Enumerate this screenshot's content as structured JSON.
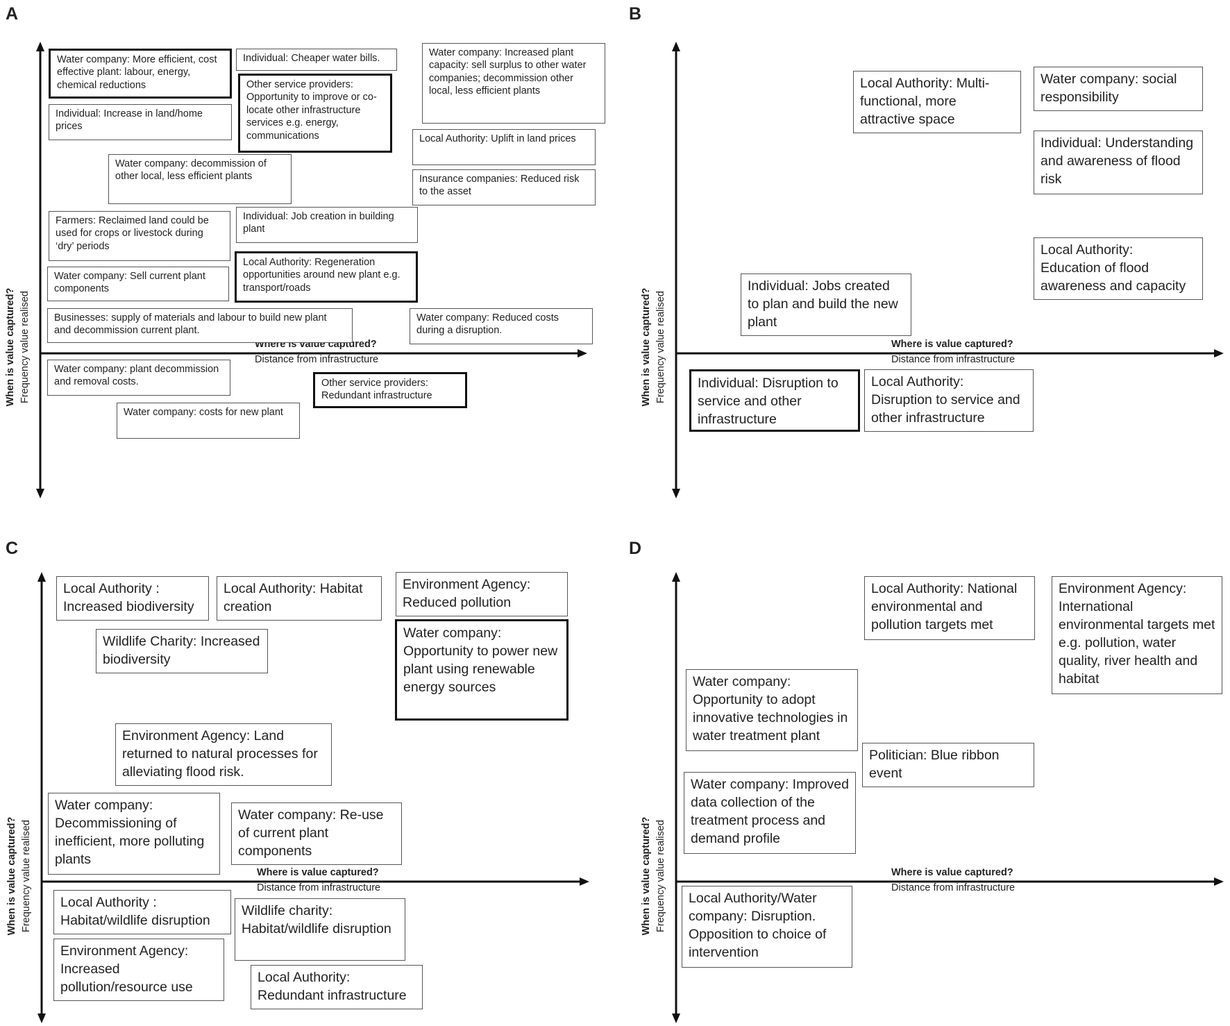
{
  "axis_text": {
    "x_question": "Where is value captured?",
    "x_subtitle": "Distance from infrastructure",
    "y_question": "When is value captured?",
    "y_subtitle": "Frequency value realised"
  },
  "panels": {
    "A": {
      "label": "A",
      "boxes": [
        {
          "text": "Water company: More efficient, cost effective plant: labour, energy, chemical reductions",
          "bold_border": true
        },
        {
          "text": "Individual: Cheaper water bills.",
          "bold_border": false
        },
        {
          "text": "Water company: Increased plant capacity: sell surplus to other water companies; decommission other local, less efficient plants",
          "bold_border": false
        },
        {
          "text": "Other service providers: Opportunity to improve or co-locate other infrastructure services e.g. energy, communications",
          "bold_border": true
        },
        {
          "text": "Individual: Increase in land/home prices",
          "bold_border": false
        },
        {
          "text": "Local Authority: Uplift in land prices",
          "bold_border": false
        },
        {
          "text": "Water company: decommission of other local, less efficient plants",
          "bold_border": false
        },
        {
          "text": "Insurance companies: Reduced risk to the asset",
          "bold_border": false
        },
        {
          "text": "Farmers: Reclaimed land could be used for crops or livestock during ‘dry’ periods",
          "bold_border": false
        },
        {
          "text": "Individual: Job creation in building plant",
          "bold_border": false
        },
        {
          "text": "Water company: Sell current plant components",
          "bold_border": false
        },
        {
          "text": "Local Authority: Regeneration opportunities around new plant e.g. transport/roads",
          "bold_border": true
        },
        {
          "text": "Businesses: supply of materials and labour to build new plant and decommission current plant.",
          "bold_border": false
        },
        {
          "text": "Water company: Reduced costs during a disruption.",
          "bold_border": false
        },
        {
          "text": "Water company: plant decommission and removal costs.",
          "bold_border": false
        },
        {
          "text": "Other service providers: Redundant infrastructure",
          "bold_border": true
        },
        {
          "text": "Water company: costs for new plant",
          "bold_border": false
        }
      ]
    },
    "B": {
      "label": "B",
      "boxes": [
        {
          "text": "Local Authority: Multi-functional, more attractive space",
          "bold_border": false
        },
        {
          "text": "Water company: social responsibility",
          "bold_border": false
        },
        {
          "text": "Individual: Understanding and awareness of flood risk",
          "bold_border": false
        },
        {
          "text": "Local Authority: Education of flood awareness and capacity",
          "bold_border": false
        },
        {
          "text": "Individual: Jobs created to plan and build the new plant",
          "bold_border": false
        },
        {
          "text": "Individual: Disruption to service and other infrastructure",
          "bold_border": true
        },
        {
          "text": "Local Authority: Disruption to service and other infrastructure",
          "bold_border": false
        }
      ]
    },
    "C": {
      "label": "C",
      "boxes": [
        {
          "text": "Local Authority : Increased biodiversity",
          "bold_border": false
        },
        {
          "text": "Local Authority: Habitat creation",
          "bold_border": false
        },
        {
          "text": "Environment Agency: Reduced pollution",
          "bold_border": false
        },
        {
          "text": "Wildlife Charity: Increased biodiversity",
          "bold_border": false
        },
        {
          "text": "Water company: Opportunity to power new plant using renewable energy sources",
          "bold_border": true
        },
        {
          "text": "Environment Agency: Land returned to natural processes for alleviating flood risk.",
          "bold_border": false
        },
        {
          "text": "Water company: Decommissioning of inefficient, more polluting plants",
          "bold_border": false
        },
        {
          "text": "Water company: Re-use of current plant components",
          "bold_border": false
        },
        {
          "text": "Local Authority : Habitat/wildlife disruption",
          "bold_border": false
        },
        {
          "text": "Wildlife charity: Habitat/wildlife disruption",
          "bold_border": false
        },
        {
          "text": "Environment Agency: Increased pollution/resource use",
          "bold_border": false
        },
        {
          "text": "Local Authority: Redundant infrastructure",
          "bold_border": false
        }
      ]
    },
    "D": {
      "label": "D",
      "boxes": [
        {
          "text": "Local Authority: National environmental and pollution targets met",
          "bold_border": false
        },
        {
          "text": "Environment Agency: International environmental targets met e.g. pollution, water quality, river health and habitat",
          "bold_border": false
        },
        {
          "text": "Water company: Opportunity to adopt innovative technologies in water treatment plant",
          "bold_border": false
        },
        {
          "text": "Politician: Blue ribbon event",
          "bold_border": false
        },
        {
          "text": "Water company: Improved data collection of the treatment process and demand profile",
          "bold_border": false
        },
        {
          "text": "Local Authority/Water company: Disruption. Opposition to choice of intervention",
          "bold_border": false
        }
      ]
    }
  }
}
